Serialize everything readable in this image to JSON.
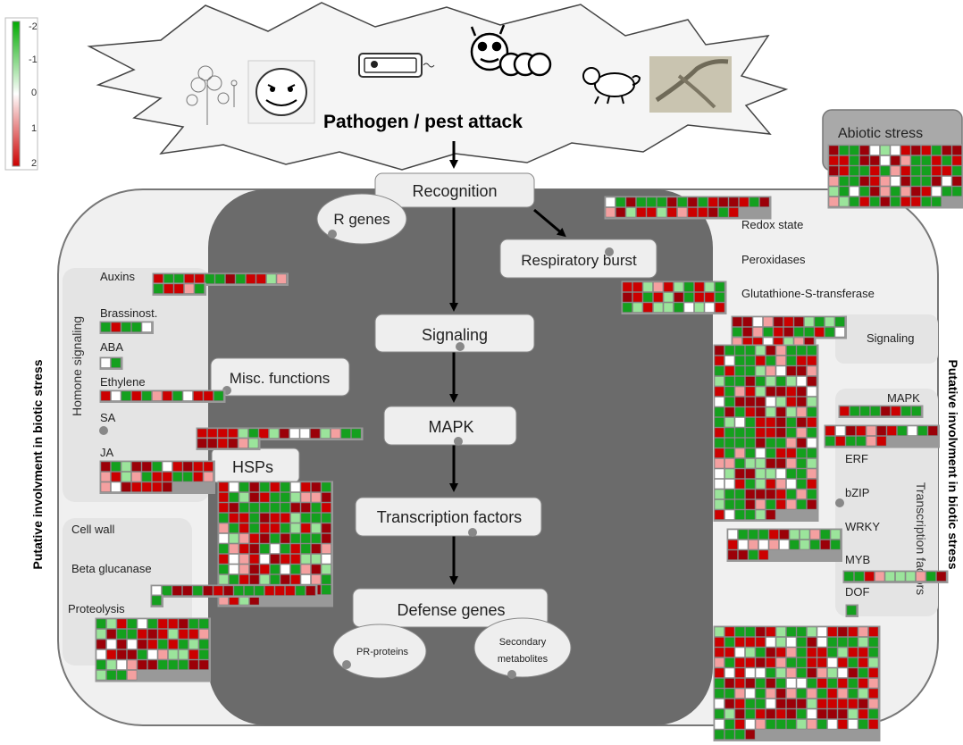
{
  "legend": {
    "ticks": [
      "-2",
      "-1",
      "0",
      "1",
      "2"
    ]
  },
  "header": {
    "title": "Pathogen / pest attack"
  },
  "pathway": {
    "recognition": "Recognition",
    "r_genes": "R genes",
    "respiratory_burst": "Respiratory burst",
    "signaling": "Signaling",
    "mapk": "MAPK",
    "transcription_factors": "Transcription factors",
    "defense_genes": "Defense genes",
    "pr_proteins": "PR-proteins",
    "secondary_metabolites_1": "Secondary",
    "secondary_metabolites_2": "metabolites",
    "misc_functions": "Misc. functions",
    "hsps": "HSPs"
  },
  "left_panel": {
    "side_label": "Putative involvment in biotic stress",
    "hormone_title": "Homone signaling",
    "auxins": "Auxins",
    "brassinost": "Brassinost.",
    "aba": "ABA",
    "ethylene": "Ethylene",
    "sa": "SA",
    "ja": "JA",
    "cell_wall": "Cell wall",
    "beta_glucanase": "Beta glucanase",
    "proteolysis": "Proteolysis"
  },
  "right_panel": {
    "side_label": "Putative involvment in biotic stress",
    "abiotic_stress": "Abiotic stress",
    "redox_state": "Redox state",
    "peroxidases": "Peroxidases",
    "gst": "Glutathione-S-transferase",
    "signaling": "Signaling",
    "mapk": "MAPK",
    "tf_title": "Transcription factors",
    "erf": "ERF",
    "bzip": "bZIP",
    "wrky": "WRKY",
    "myb": "MYB",
    "dof": "DOF"
  },
  "colors": {
    "green": "#14a01e",
    "red": "#cc0000",
    "dark_red": "#9b0008",
    "light_red": "#f4a0a0",
    "light_green": "#9be49b",
    "white": "#ffffff",
    "panel_dark": "#666666",
    "panel_light": "#e6e6e6"
  }
}
